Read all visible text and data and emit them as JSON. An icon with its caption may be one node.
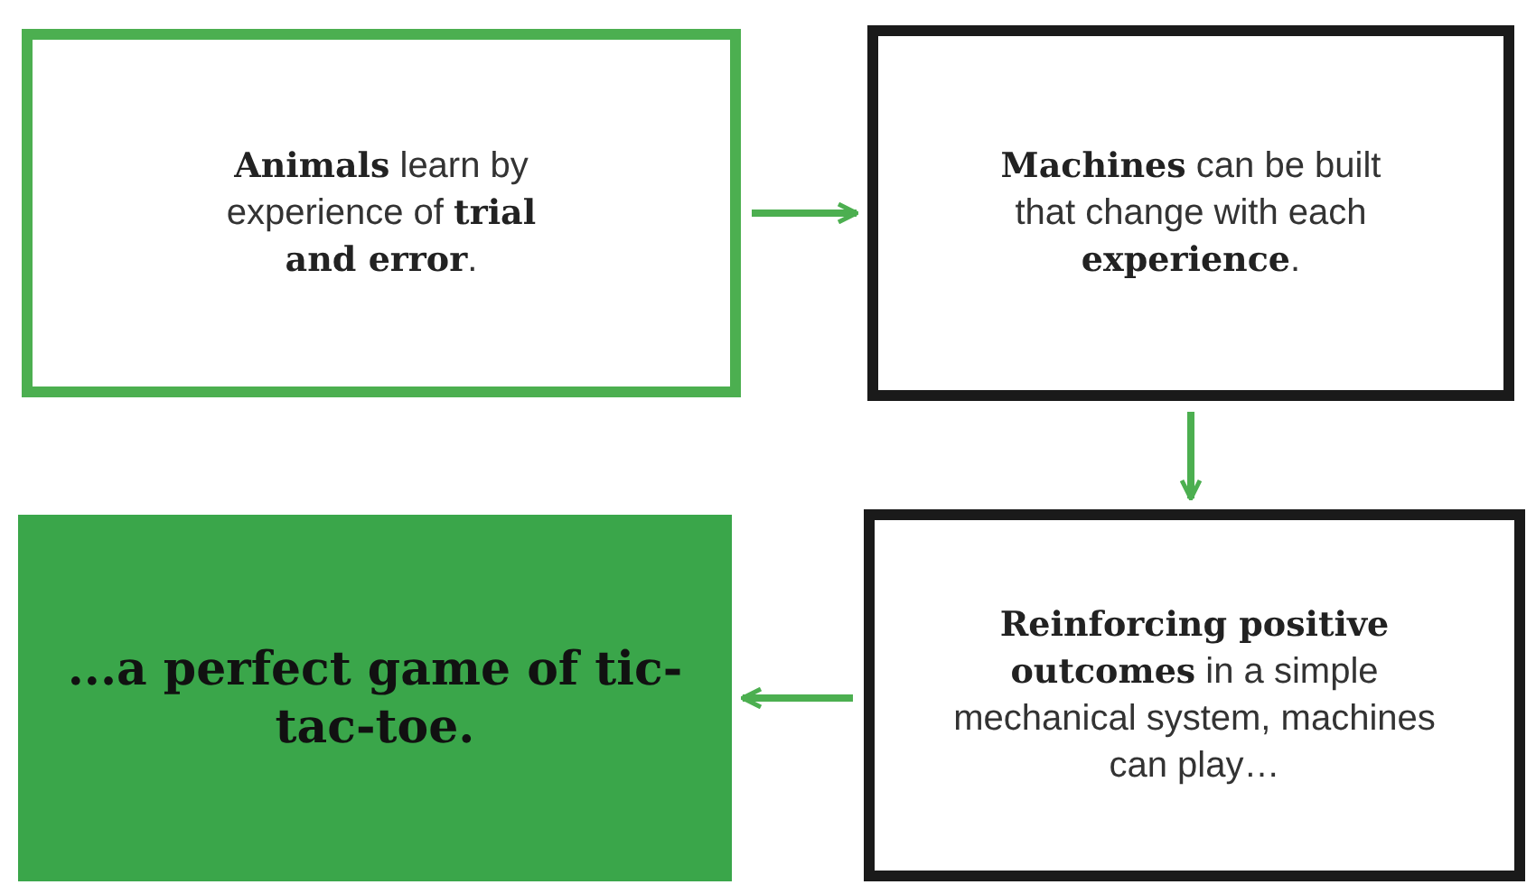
{
  "diagram": {
    "nodes": [
      {
        "text": [
          "**Animals** learn by experience of **trial and error**."
        ]
      },
      {
        "text": [
          "**Machines** can be built that change with each **experience**."
        ]
      },
      {
        "text": [
          "**Reinforcing positive outcomes** in a simple mechanical system, machines can play…"
        ]
      },
      {
        "text": [
          "...a perfect game of tic-tac-toe."
        ]
      }
    ],
    "edges": [
      {
        "from": 0,
        "to": 1,
        "arrow": "to"
      },
      {
        "from": 1,
        "to": 2,
        "arrow": "to"
      },
      {
        "from": 2,
        "to": 3,
        "arrow": "to"
      }
    ]
  }
}
